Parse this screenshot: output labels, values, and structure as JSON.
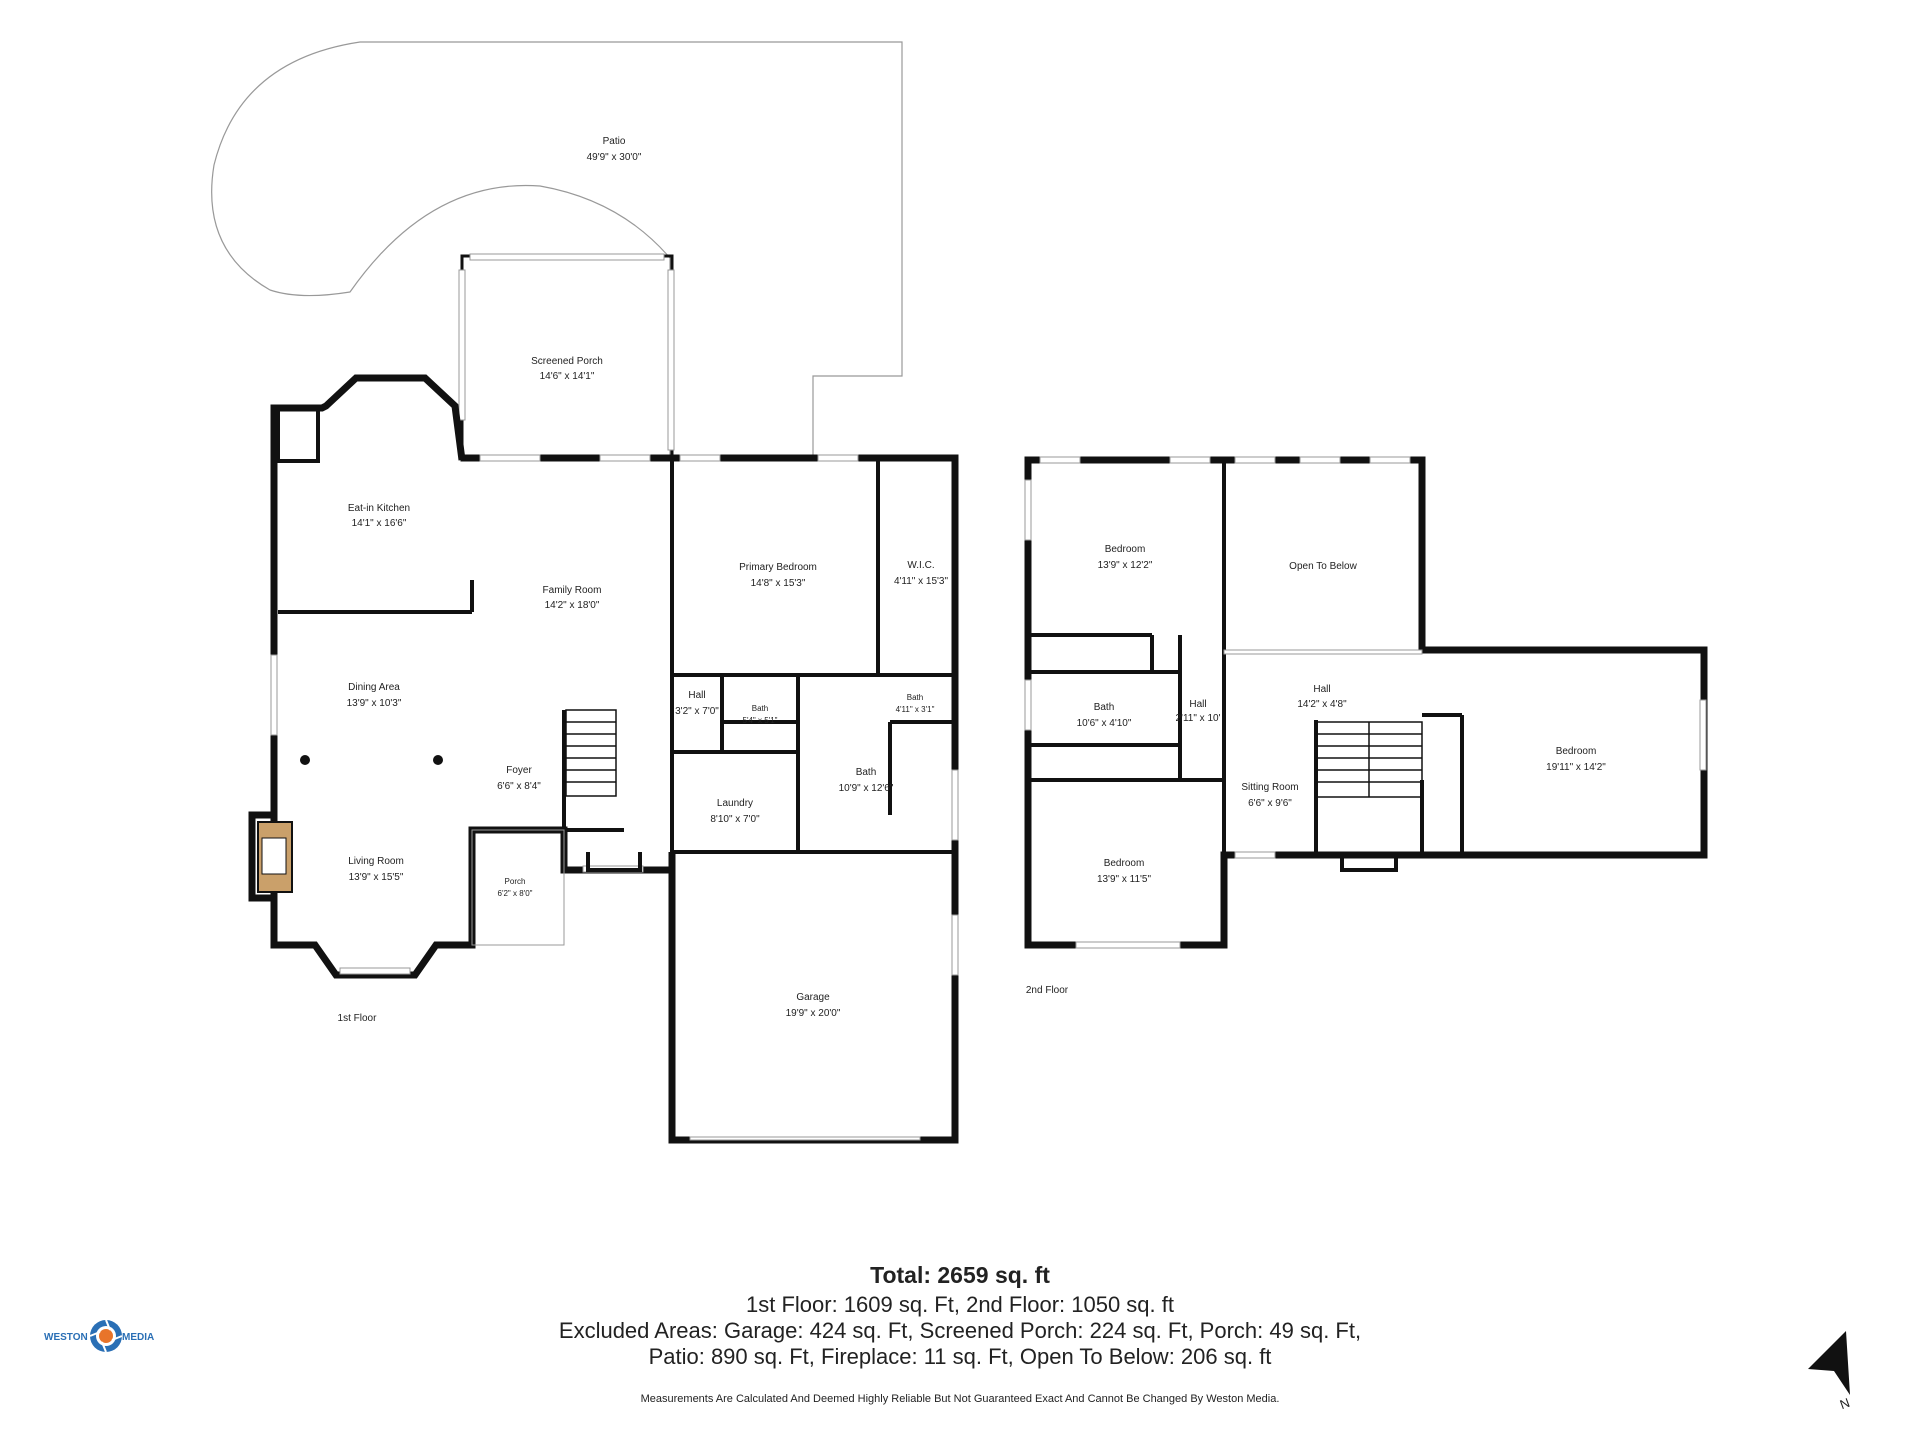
{
  "floors": {
    "first": "1st Floor",
    "second": "2nd Floor"
  },
  "rooms": {
    "patio": {
      "name": "Patio",
      "dims": "49'9\" x 30'0\""
    },
    "screened_porch": {
      "name": "Screened Porch",
      "dims": "14'6\" x 14'1\""
    },
    "eat_in_kitchen": {
      "name": "Eat-in Kitchen",
      "dims": "14'1\" x 16'6\""
    },
    "family_room": {
      "name": "Family Room",
      "dims": "14'2\" x 18'0\""
    },
    "primary_bedroom": {
      "name": "Primary Bedroom",
      "dims": "14'8\" x 15'3\""
    },
    "wic": {
      "name": "W.I.C.",
      "dims": "4'11\" x 15'3\""
    },
    "dining_area": {
      "name": "Dining Area",
      "dims": "13'9\" x 10'3\""
    },
    "hall_1": {
      "name": "Hall",
      "dims": "3'2\" x 7'0\""
    },
    "bath_small": {
      "name": "Bath",
      "dims": "5'4\" x 5'1\""
    },
    "bath_tiny": {
      "name": "Bath",
      "dims": "4'11\" x 3'1\""
    },
    "foyer": {
      "name": "Foyer",
      "dims": "6'6\" x 8'4\""
    },
    "bath_main": {
      "name": "Bath",
      "dims": "10'9\" x 12'6\""
    },
    "laundry": {
      "name": "Laundry",
      "dims": "8'10\" x 7'0\""
    },
    "living_room": {
      "name": "Living Room",
      "dims": "13'9\" x 15'5\""
    },
    "porch": {
      "name": "Porch",
      "dims": "6'2\" x 8'0\""
    },
    "garage": {
      "name": "Garage",
      "dims": "19'9\" x 20'0\""
    },
    "bedroom_a": {
      "name": "Bedroom",
      "dims": "13'9\" x 12'2\""
    },
    "open_to_below": {
      "name": "Open To Below",
      "dims": ""
    },
    "hall_2": {
      "name": "Hall",
      "dims": "14'2\" x 4'8\""
    },
    "bath_2": {
      "name": "Bath",
      "dims": "10'6\" x 4'10\""
    },
    "hall_3": {
      "name": "Hall",
      "dims": "2'11\" x 10'"
    },
    "sitting_room": {
      "name": "Sitting Room",
      "dims": "6'6\" x 9'6\""
    },
    "bedroom_b": {
      "name": "Bedroom",
      "dims": "19'11\" x 14'2\""
    },
    "bedroom_c": {
      "name": "Bedroom",
      "dims": "13'9\" x 11'5\""
    }
  },
  "summary": {
    "total": "Total: 2659 sq. ft",
    "line1": "1st Floor: 1609 sq. Ft, 2nd Floor: 1050 sq. ft",
    "line2": "Excluded Areas: Garage: 424 sq. Ft, Screened Porch: 224 sq. Ft, Porch: 49 sq. Ft,",
    "line3": "Patio: 890 sq. Ft, Fireplace: 11 sq. Ft, Open To Below: 206 sq. ft",
    "disclaimer": "Measurements Are Calculated And Deemed Highly Reliable But Not Guaranteed Exact And Cannot Be Changed By Weston Media."
  },
  "logo": {
    "left": "WESTON",
    "right": "MEDIA"
  },
  "compass": {
    "label": "N"
  },
  "colors": {
    "wall": "#111111",
    "thin": "#999999",
    "logo": "#2a6fb5",
    "logo_accent": "#e8742a"
  }
}
